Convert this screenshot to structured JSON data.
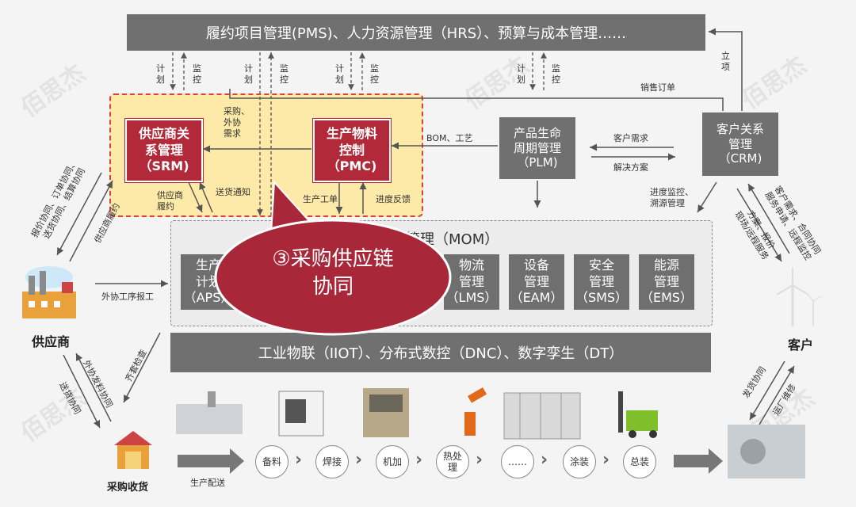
{
  "top_bar": "履约项目管理(PMS)、人力资源管理（HRS）、预算与成本管理……",
  "arrow_labels": {
    "plan": "计\n划",
    "monitor": "监\n控",
    "establish": "立\n项",
    "sales_order": "销售订单",
    "purchase_outsource": "采购、\n外协\n需求",
    "bom": "BOM、工艺",
    "customer_demand": "客户需求",
    "solution": "解决方案",
    "supplier_perf": "供应商\n履约",
    "delivery_notice": "送货通知",
    "production_order": "生产工单",
    "progress_feedback": "进度反馈",
    "progress_trace": "进度监控、\n溯源管理",
    "supplier_collab": "报价协同、订单协同、\n送货协同、结算协同",
    "supplier_fulfill": "供应商履约",
    "outsource_report": "外协工序报工",
    "kit_check": "齐套检查",
    "outsource_material": "外协发料协同",
    "delivery_collab": "送货协同",
    "production_dispatch": "生产配送",
    "customer_collab": "客户需求、合同协同\n服务申请、远程监控",
    "plan_quote": "方案、报价\n现场/远程服务",
    "ship_collab": "发货协同",
    "onsite_maint": "运厂维修"
  },
  "srm": "供应商关\n系管理\n（SRM)",
  "pmc": "生产物料\n控制\n（PMC)",
  "plm": "产品生命\n周期管理\n（PLM)",
  "crm": "客户关系\n管理\n（CRM)",
  "mom_title": "制造运营管理（MOM）",
  "mom_modules": [
    {
      "label": "生产\n计划\n（APS）"
    },
    {
      "label": "物流\n管理\n（LMS）"
    },
    {
      "label": "设备\n管理\n（EAM）"
    },
    {
      "label": "安全\n管理\n（SMS）"
    },
    {
      "label": "能源\n管理\n（EMS）"
    }
  ],
  "iiot_bar": "工业物联（IIOT）、分布式数控（DNC）、数字孪生（DT）",
  "callout": "③采购供应链\n协同",
  "supplier": "供应商",
  "customer": "客户",
  "purchase_receive": "采购收货",
  "process_steps": [
    "备料",
    "焊接",
    "机加",
    "热处\n理",
    "……",
    "涂装",
    "总装"
  ],
  "watermark": "佰思杰",
  "colors": {
    "red": "#b22a3a",
    "gray": "#707070",
    "yellow": "#fde9a8",
    "dashed_red": "#d94141"
  }
}
